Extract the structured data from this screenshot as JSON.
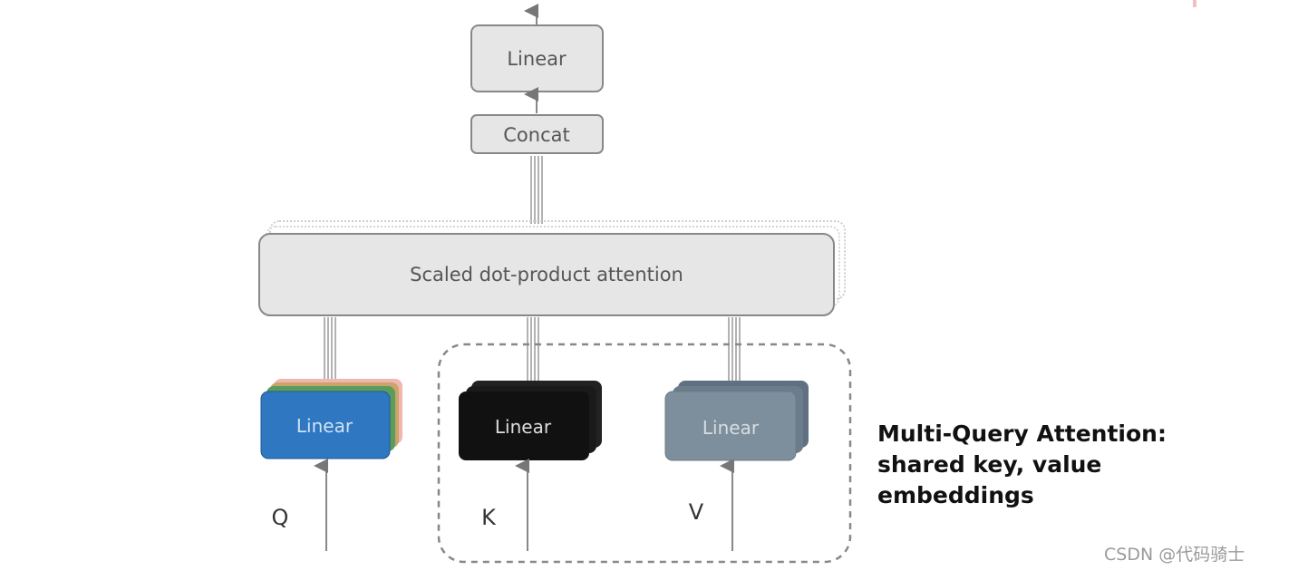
{
  "boxes": {
    "output_linear": "Linear",
    "concat": "Concat",
    "attention": "Scaled dot-product attention",
    "q_linear": "Linear",
    "k_linear": "Linear",
    "v_linear": "Linear"
  },
  "inputs": {
    "q": "Q",
    "k": "K",
    "v": "V"
  },
  "caption": {
    "line1": "Multi-Query Attention:",
    "line2": "shared key, value",
    "line3": "embeddings"
  },
  "watermark": "CSDN @代码骑士",
  "colors": {
    "gray_box": "#e6e6e6",
    "q_linear": "#2f77c1",
    "k_linear": "#111111",
    "v_linear": "#7d8f9c"
  }
}
